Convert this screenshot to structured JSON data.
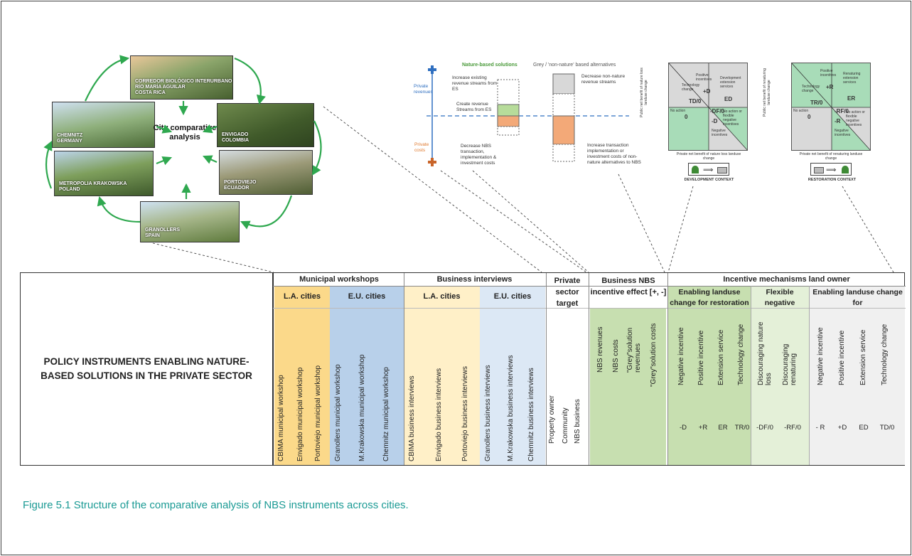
{
  "collage": {
    "center_title": "City comparative analysis",
    "cities": [
      {
        "label": "CORREDOR BIOLÓGICO INTERURBANO RÍO MARÍA AGUILAR",
        "country": "COSTA RICA"
      },
      {
        "label": "CHEMNITZ",
        "country": "GERMANY"
      },
      {
        "label": "ENVIGADO",
        "country": "COLOMBIA"
      },
      {
        "label": "METROPOLIA KRAKOWSKA",
        "country": "POLAND"
      },
      {
        "label": "PORTOVIEJO",
        "country": "ECUADOR"
      },
      {
        "label": "GRANOLLERS",
        "country": "SPAIN"
      }
    ]
  },
  "nbs_chart": {
    "title_nbs": "Nature-based solutions",
    "title_grey": "Grey / 'non-nature' based alternatives",
    "private_revenues": "Private revenues",
    "private_costs": "Private costs",
    "ann1": "Increase existing revenue streams from ES",
    "ann2": "Create revenue Streams from ES",
    "ann3": "Decrease NBS transaction, implementation & investment costs",
    "ann4": "Decrease non-nature revenue streams",
    "ann5": "Increase transaction implementation or investment costs of non-nature alternatives to NBS"
  },
  "matrix_dev": {
    "caption": "DEVELOPMENT CONTEXT",
    "ylabel": "Public net benefit of nature loss landuse change",
    "xlabel": "Private net benefit of nature loss landuse change",
    "codes": [
      "TD/0",
      "+D",
      "ED",
      "0",
      "-DF/0",
      "-D"
    ],
    "texts": [
      "Technology change",
      "Positive incentives",
      "Development extension services",
      "No action",
      "No action or flexible negative incentives",
      "Negative incentives"
    ]
  },
  "matrix_res": {
    "caption": "RESTORATION CONTEXT",
    "ylabel": "Public net benefit of renaturing landuse change",
    "xlabel": "Private net benefit of renaturing landuse change",
    "codes": [
      "TR/0",
      "+R",
      "ER",
      "0",
      "-RF/0",
      "-R"
    ],
    "texts": [
      "Technology change",
      "Positive incentives",
      "Renaturing extension services",
      "No action",
      "No action or flexible negative incentives",
      "Negative incentives"
    ]
  },
  "table": {
    "title": "POLICY INSTRUMENTS ENABLING NATURE-BASED SOLUTIONS IN THE PRIVATE SECTOR",
    "groups": {
      "municipal": "Municipal workshops",
      "business": "Business interviews",
      "private": "Private sector target",
      "effect": "Business NBS incentive effect [+, -]",
      "landowner": "Incentive mechanisms land owner"
    },
    "sub": {
      "la1": "L.A. cities",
      "eu1": "E.U. cities",
      "la2": "L.A. cities",
      "eu2": "E.U. cities",
      "restoration": "Enabling landuse change for restoration",
      "flexible": "Flexible negative",
      "enabling_for": "Enabling landuse change for"
    },
    "columns": [
      "CBIMA municipal workshop",
      "Envigado  municipal workshop",
      "Portoviejo  municipal workshop",
      "Granollers  municipal workshop",
      "M.Krakowska municipal workshop",
      "Chemnitz  municipal workshop",
      "CBIMA business interviews",
      "Envigado business interviews",
      "Portoviejo business interviews",
      "Granollers business interviews",
      "M.Krakowska business interviews",
      "Chemnitz business interviews",
      "Property owner",
      "Community",
      "NBS business",
      "NBS revenues",
      "NBS costs",
      "\"Grey\"solution revenues",
      "\"Grey\"solution costs",
      "Negative incentive",
      "Positive incentive",
      "Extension service",
      "Technology change",
      "Discouraging nature loss",
      "Discouraging renaturing",
      "Negative incentive",
      "Positive incentive",
      "Extension service",
      "Technology change"
    ],
    "codes": [
      "-D",
      "+R",
      "ER",
      "TR/0",
      "-DF/0",
      "-RF/0",
      "- R",
      "+D",
      "ED",
      "TD/0"
    ]
  },
  "caption": "Figure 5.1 Structure of the comparative analysis of NBS instruments across cities.",
  "colors": {
    "la": "#fbd98a",
    "eu": "#b8d0ea",
    "business_la": "#fff0c8",
    "business_eu": "#dce8f5",
    "green": "#c7dfb0",
    "green_light": "#e4f0d8",
    "accent": "#1a9a94"
  }
}
